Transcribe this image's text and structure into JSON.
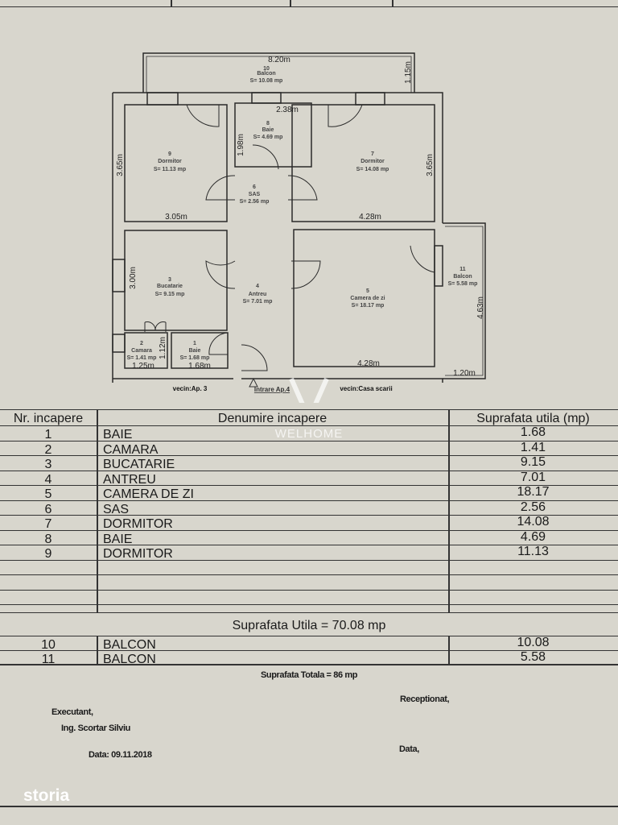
{
  "plan": {
    "balcony_top": {
      "dim_width": "8.20m",
      "dim_depth": "1.15m",
      "num": "10",
      "name": "Balcon",
      "area": "S= 10.08 mp"
    },
    "dormitor_left": {
      "num": "9",
      "name": "Dormitor",
      "area": "S= 11.13 mp",
      "dim_h": "3.65m",
      "dim_w": "3.05m"
    },
    "baie_top": {
      "num": "8",
      "name": "Baie",
      "area": "S= 4.69 mp",
      "dim_w": "2.38m",
      "dim_h": "1.98m"
    },
    "dormitor_right": {
      "num": "7",
      "name": "Dormitor",
      "area": "S= 14.08 mp",
      "dim_h": "3.65m",
      "dim_w": "4.28m"
    },
    "sas": {
      "num": "6",
      "name": "SAS",
      "area": "S= 2.56 mp"
    },
    "bucatarie": {
      "num": "3",
      "name": "Bucatarie",
      "area": "S= 9.15 mp",
      "dim_h": "3.00m"
    },
    "antreu": {
      "num": "4",
      "name": "Antreu",
      "area": "S= 7.01 mp"
    },
    "camera_de_zi": {
      "num": "5",
      "name": "Camera de zi",
      "area": "S= 18.17 mp",
      "dim_w": "4.28m"
    },
    "balcony_right": {
      "num": "11",
      "name": "Balcon",
      "area": "S= 5.58 mp",
      "dim_h": "4.63m",
      "dim_w": "1.20m"
    },
    "camara": {
      "num": "2",
      "name": "Camara",
      "area": "S= 1.41 mp",
      "dim_w": "1.25m",
      "dim_h": "1.12m"
    },
    "baie_small": {
      "num": "1",
      "name": "Baie",
      "area": "S= 1.68 mp",
      "dim_w": "1.68m"
    },
    "neighbor_left": "vecin:Ap. 3",
    "entrance": "Intrare Ap.4",
    "neighbor_right": "vecin:Casa scarii"
  },
  "watermark": "WELHOME",
  "table": {
    "headers": [
      "Nr. incapere",
      "Denumire incapere",
      "Suprafata utila (mp)"
    ],
    "rows": [
      {
        "nr": "1",
        "name": "BAIE",
        "area": "1.68"
      },
      {
        "nr": "2",
        "name": "CAMARA",
        "area": "1.41"
      },
      {
        "nr": "3",
        "name": "BUCATARIE",
        "area": "9.15"
      },
      {
        "nr": "4",
        "name": "ANTREU",
        "area": "7.01"
      },
      {
        "nr": "5",
        "name": "CAMERA DE ZI",
        "area": "18.17"
      },
      {
        "nr": "6",
        "name": "SAS",
        "area": "2.56"
      },
      {
        "nr": "7",
        "name": "DORMITOR",
        "area": "14.08"
      },
      {
        "nr": "8",
        "name": "BAIE",
        "area": "4.69"
      },
      {
        "nr": "9",
        "name": "DORMITOR",
        "area": "11.13"
      }
    ],
    "useful_total": "Suprafata Utila = 70.08 mp",
    "balcony_rows": [
      {
        "nr": "10",
        "name": "BALCON",
        "area": "10.08"
      },
      {
        "nr": "11",
        "name": "BALCON",
        "area": "5.58"
      }
    ],
    "grand_total": "Suprafata Totala = 86 mp"
  },
  "signatures": {
    "executant": "Executant,",
    "engineer": "Ing. Scortar Silviu",
    "date": "Data: 09.11.2018",
    "receptionat": "Receptionat,",
    "date_blank": "Data,"
  },
  "brand": "storia"
}
